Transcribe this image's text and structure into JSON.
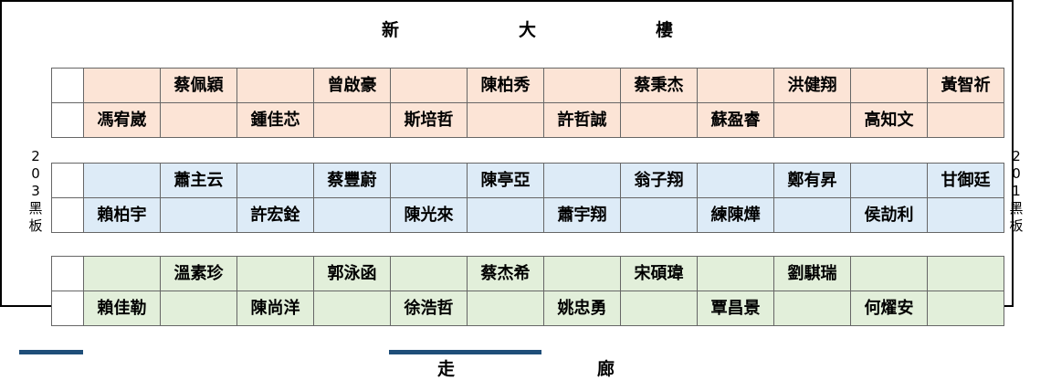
{
  "labels": {
    "top": [
      "新",
      "大",
      "樓"
    ],
    "bottom": [
      "走",
      "廊"
    ],
    "left_side": [
      "2",
      "0",
      "3",
      "黑",
      "板"
    ],
    "right_side": [
      "2",
      "0",
      "1",
      "黑",
      "板"
    ]
  },
  "colors": {
    "group_1": "#fce4d6",
    "group_2": "#ddebf7",
    "group_3": "#e2efda",
    "door": "#1f4e79"
  },
  "groups": [
    {
      "rows": [
        [
          "",
          "蔡佩穎",
          "",
          "曾啟豪",
          "",
          "陳柏秀",
          "",
          "蔡秉杰",
          "",
          "洪健翔",
          "",
          "黃智祈"
        ],
        [
          "馮宥崴",
          "",
          "鍾佳芯",
          "",
          "斯培哲",
          "",
          "許哲誠",
          "",
          "蘇盈睿",
          "",
          "高知文",
          ""
        ]
      ]
    },
    {
      "rows": [
        [
          "",
          "蕭主云",
          "",
          "蔡豐蔚",
          "",
          "陳亭亞",
          "",
          "翁子翔",
          "",
          "鄭有昇",
          "",
          "甘御廷"
        ],
        [
          "賴柏宇",
          "",
          "許宏銓",
          "",
          "陳光來",
          "",
          "蕭宇翔",
          "",
          "練陳燁",
          "",
          "侯劼利",
          ""
        ]
      ]
    },
    {
      "rows": [
        [
          "",
          "溫素珍",
          "",
          "郭泳函",
          "",
          "蔡杰希",
          "",
          "宋碩瑋",
          "",
          "劉騏瑞",
          "",
          ""
        ],
        [
          "賴佳勒",
          "",
          "陳尚洋",
          "",
          "徐浩哲",
          "",
          "姚忠勇",
          "",
          "覃昌景",
          "",
          "何燿安",
          ""
        ]
      ]
    }
  ]
}
